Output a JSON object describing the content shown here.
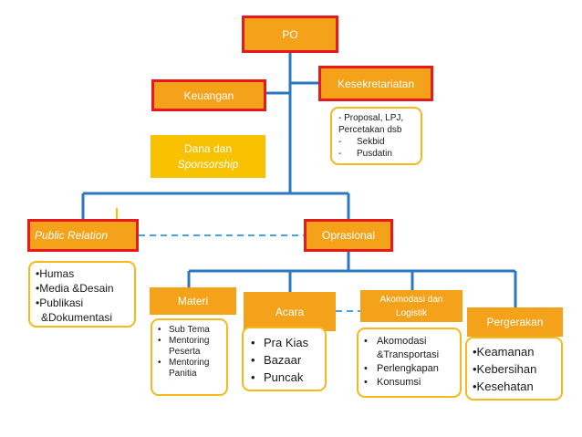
{
  "po": "PO",
  "keuangan": "Keuangan",
  "kesekretariatan": "Kesekretariatan",
  "dana": [
    "Dana dan",
    "Sponsorship"
  ],
  "sekretariat_notes": [
    "- Proposal, LPJ,",
    "Percetakan dsb",
    "-",
    "Sekbid",
    "-",
    "Pusdatin"
  ],
  "public_relation": "Public Relation",
  "oprasional": "Oprasional",
  "pr_notes": [
    "•Humas",
    "•Media &Desain",
    "•Publikasi",
    "&Dokumentasi"
  ],
  "materi": "Materi",
  "acara": "Acara",
  "akomodasi": [
    "Akomodasi dan",
    "Logistik"
  ],
  "pergerakan": "Pergerakan",
  "materi_notes": [
    "Sub Tema",
    "Mentoring",
    "Peserta",
    "Mentoring",
    "Panitia"
  ],
  "acara_notes": [
    "Pra Kias",
    "Bazaar",
    "Puncak"
  ],
  "akomodasi_notes": [
    "Akomodasi",
    "&Transportasi",
    "Perlengkapan",
    "Konsumsi"
  ],
  "pergerakan_notes": [
    "•Keamanan",
    "•Kebersihan",
    "•Kesehatan"
  ],
  "colors": {
    "box_orange": "#f5a21b",
    "box_yellow": "#f8c200",
    "border_red": "#e8191d",
    "line_blue": "#2c78c0",
    "dashed_blue": "#4aa3df",
    "note_border": "#f6b81b"
  }
}
